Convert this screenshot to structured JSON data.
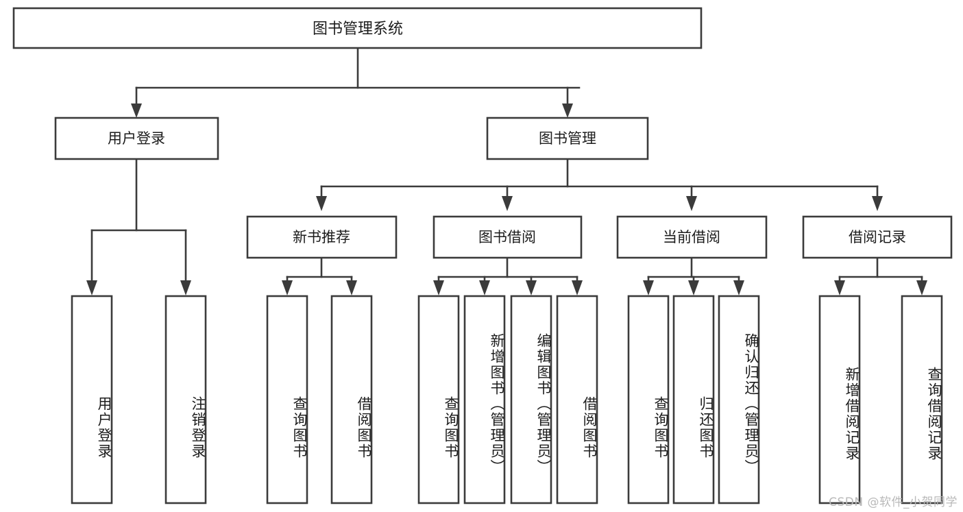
{
  "diagram": {
    "type": "tree",
    "title": "图书管理系统",
    "root": {
      "id": "root",
      "label": "图书管理系统",
      "orientation": "horizontal"
    },
    "level1": [
      {
        "id": "user-login",
        "label": "用户登录",
        "orientation": "horizontal"
      },
      {
        "id": "book-management",
        "label": "图书管理",
        "orientation": "horizontal"
      }
    ],
    "level2": [
      {
        "id": "new-book-recommend",
        "label": "新书推荐",
        "orientation": "horizontal",
        "parent": "book-management"
      },
      {
        "id": "book-borrow",
        "label": "图书借阅",
        "orientation": "horizontal",
        "parent": "book-management"
      },
      {
        "id": "current-borrow",
        "label": "当前借阅",
        "orientation": "horizontal",
        "parent": "book-management"
      },
      {
        "id": "borrow-record",
        "label": "借阅记录",
        "orientation": "horizontal",
        "parent": "book-management"
      }
    ],
    "leaves": [
      {
        "id": "leaf-user-login",
        "label": "用户登录",
        "parent": "user-login",
        "orientation": "vertical"
      },
      {
        "id": "leaf-user-logout",
        "label": "注销登录",
        "parent": "user-login",
        "orientation": "vertical"
      },
      {
        "id": "leaf-query-book-1",
        "label": "查询图书",
        "parent": "new-book-recommend",
        "orientation": "vertical"
      },
      {
        "id": "leaf-borrow-book-1",
        "label": "借阅图书",
        "parent": "new-book-recommend",
        "orientation": "vertical"
      },
      {
        "id": "leaf-query-book-2",
        "label": "查询图书",
        "parent": "book-borrow",
        "orientation": "vertical"
      },
      {
        "id": "leaf-add-book",
        "label": "新增图书（管理员）",
        "parent": "book-borrow",
        "orientation": "vertical"
      },
      {
        "id": "leaf-edit-book",
        "label": "编辑图书（管理员）",
        "parent": "book-borrow",
        "orientation": "vertical"
      },
      {
        "id": "leaf-borrow-book-2",
        "label": "借阅图书",
        "parent": "book-borrow",
        "orientation": "vertical"
      },
      {
        "id": "leaf-query-book-3",
        "label": "查询图书",
        "parent": "current-borrow",
        "orientation": "vertical"
      },
      {
        "id": "leaf-return-book",
        "label": "归还图书",
        "parent": "current-borrow",
        "orientation": "vertical"
      },
      {
        "id": "leaf-confirm-return",
        "label": "确认归还（管理员）",
        "parent": "current-borrow",
        "orientation": "vertical"
      },
      {
        "id": "leaf-add-record",
        "label": "新增借阅记录",
        "parent": "borrow-record",
        "orientation": "vertical"
      },
      {
        "id": "leaf-query-record",
        "label": "查询借阅记录",
        "parent": "borrow-record",
        "orientation": "vertical"
      }
    ],
    "colors": {
      "box_stroke": "#3b3b3b",
      "box_fill": "#ffffff",
      "connector": "#3b3b3b",
      "text": "#1c1c1c",
      "background": "#ffffff",
      "watermark": "#b9b9b9"
    }
  },
  "watermark": {
    "text": "CSDN @软件_小贺同学"
  }
}
